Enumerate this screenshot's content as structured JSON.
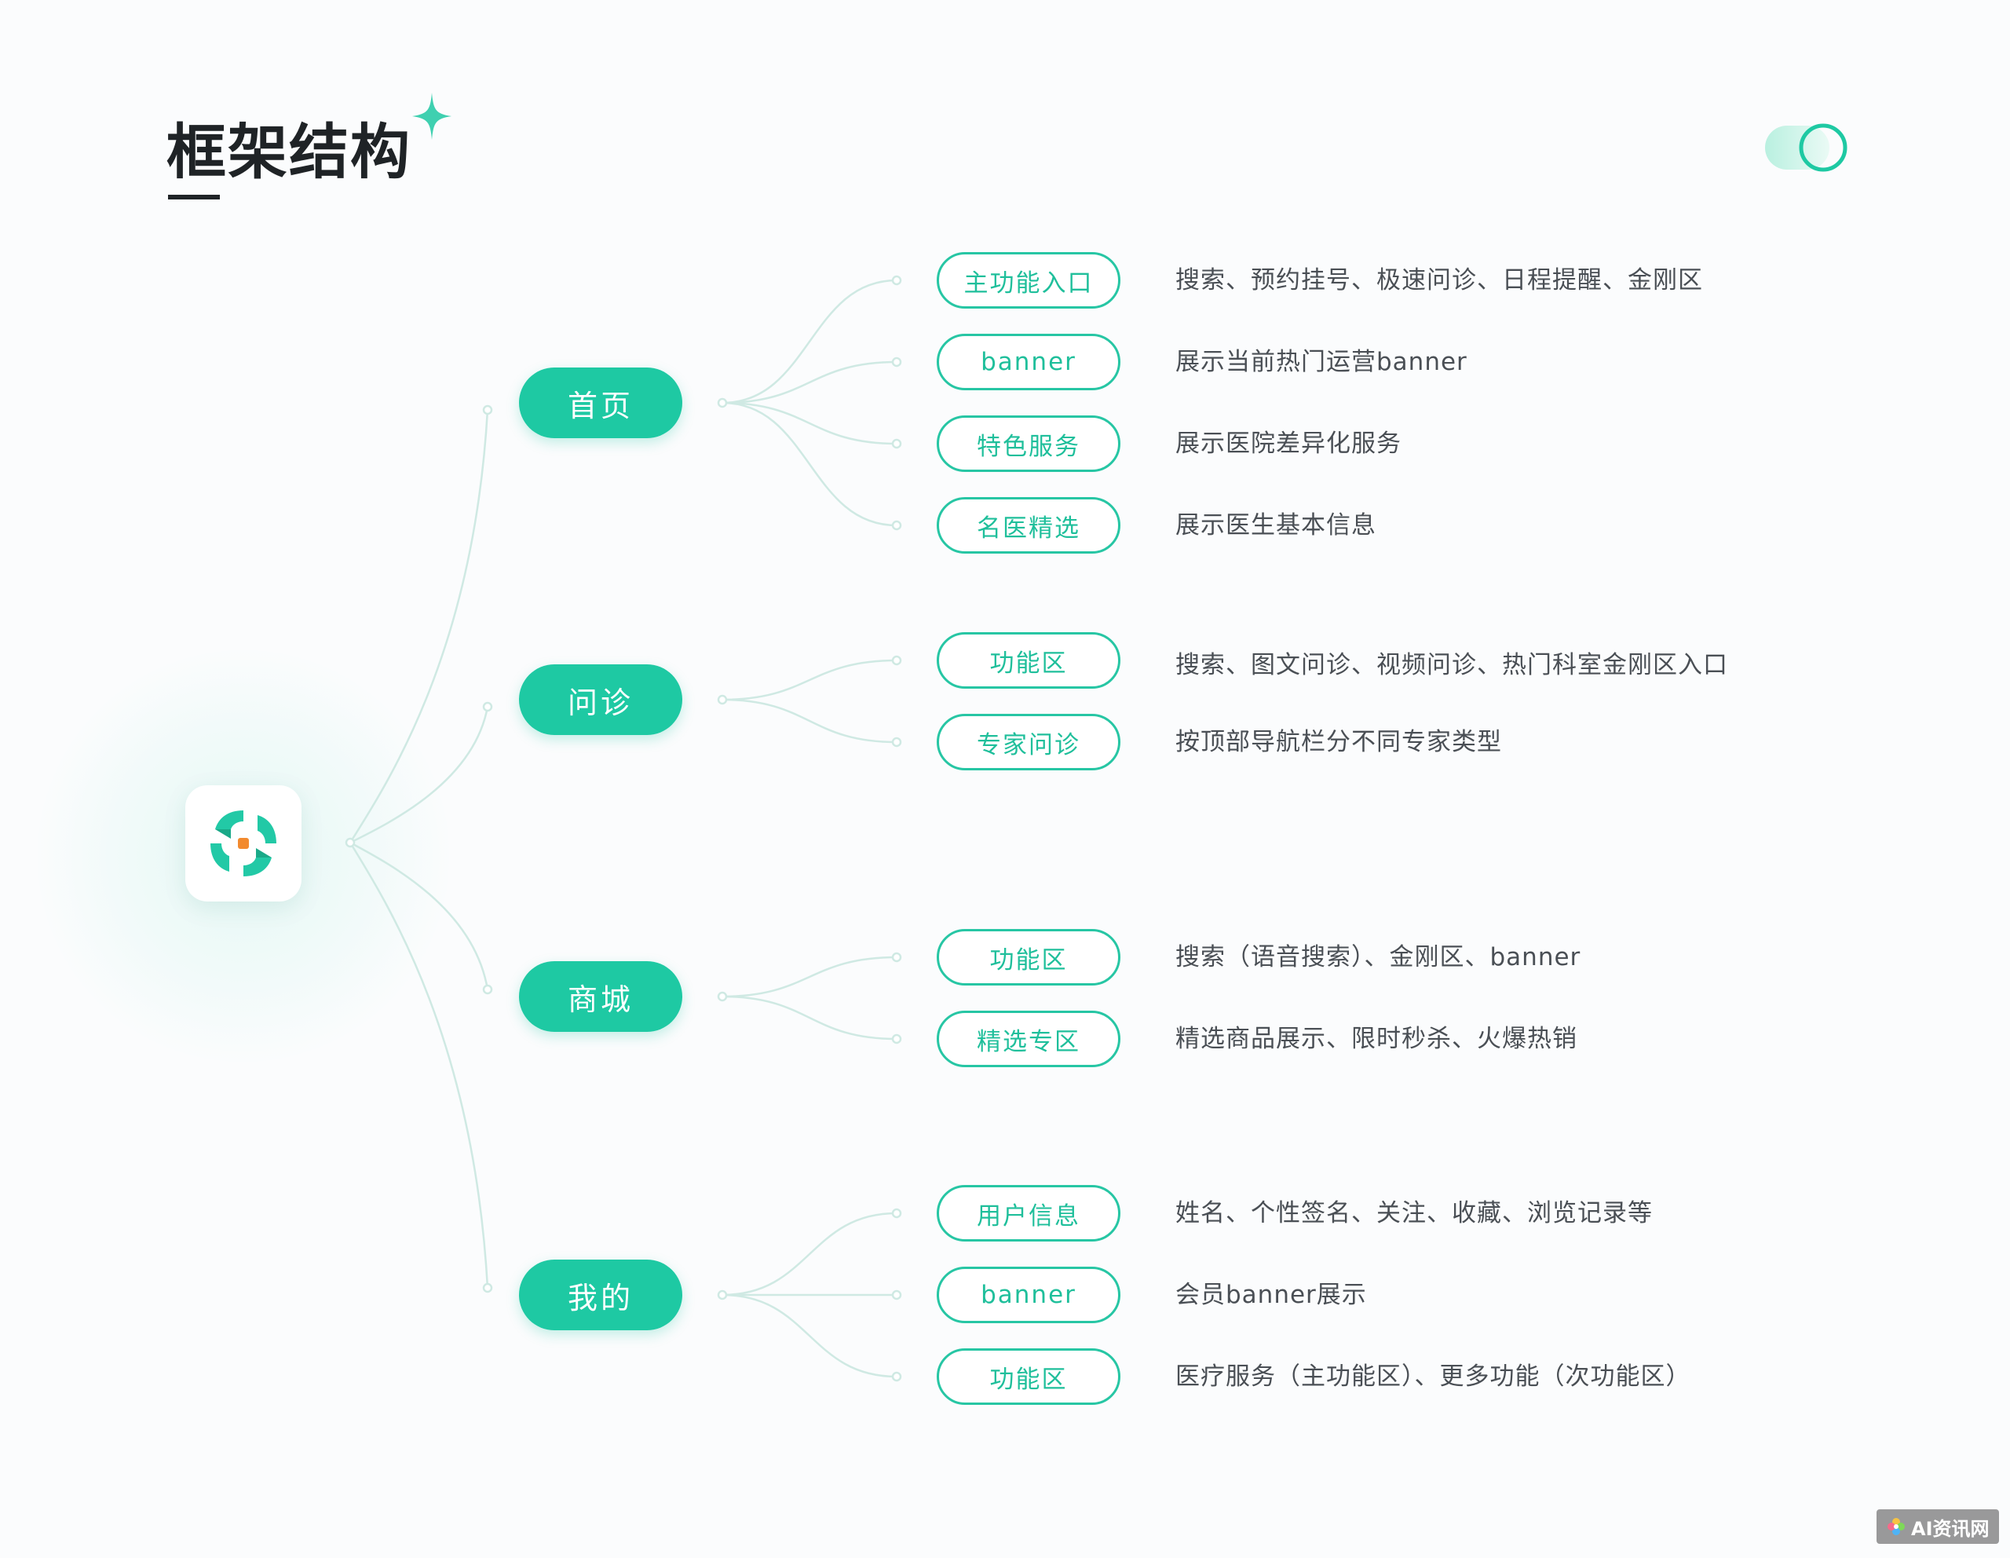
{
  "title": "框架结构",
  "colors": {
    "accent": "#1ec9a3",
    "line": "#cfe9e3",
    "text": "#4a4f55",
    "title": "#1f2326"
  },
  "icons": {
    "sparkle": "sparkle-icon",
    "toggle": "toggle-icon",
    "logo": "app-logo-icon"
  },
  "sections": [
    {
      "label": "首页",
      "items": [
        {
          "label": "主功能入口",
          "desc": "搜索、预约挂号、极速问诊、日程提醒、金刚区"
        },
        {
          "label": "banner",
          "desc": "展示当前热门运营banner"
        },
        {
          "label": "特色服务",
          "desc": "展示医院差异化服务"
        },
        {
          "label": "名医精选",
          "desc": "展示医生基本信息"
        }
      ]
    },
    {
      "label": "问诊",
      "items": [
        {
          "label": "功能区",
          "desc": "搜索、图文问诊、视频问诊、热门科室金刚区入口"
        },
        {
          "label": "专家问诊",
          "desc": "按顶部导航栏分不同专家类型"
        }
      ]
    },
    {
      "label": "商城",
      "items": [
        {
          "label": "功能区",
          "desc": "搜索（语音搜索）、金刚区、banner"
        },
        {
          "label": "精选专区",
          "desc": "精选商品展示、限时秒杀、火爆热销"
        }
      ]
    },
    {
      "label": "我的",
      "items": [
        {
          "label": "用户信息",
          "desc": "姓名、个性签名、关注、收藏、浏览记录等"
        },
        {
          "label": "banner",
          "desc": "会员banner展示"
        },
        {
          "label": "功能区",
          "desc": "医疗服务（主功能区）、更多功能（次功能区）"
        }
      ]
    }
  ],
  "watermark": "AI资讯网"
}
